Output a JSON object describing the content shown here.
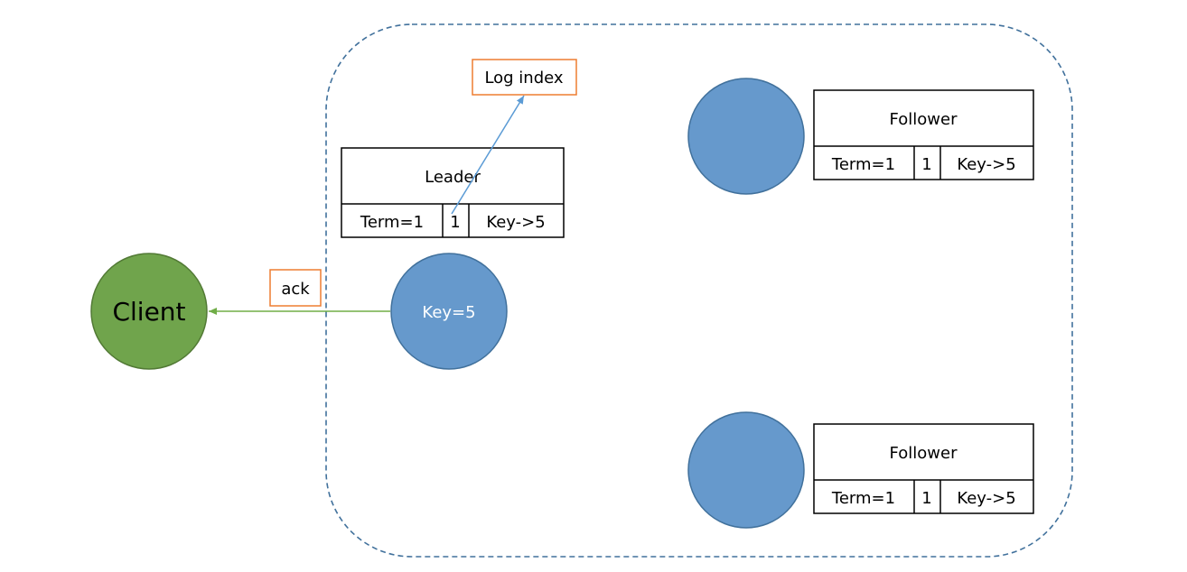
{
  "client": {
    "label": "Client"
  },
  "ack_label": "ack",
  "log_index_label": "Log index",
  "leader": {
    "node_label": "Key=5",
    "title": "Leader",
    "log_entry": {
      "term": "Term=1",
      "index": "1",
      "command": "Key->5"
    }
  },
  "followers": [
    {
      "title": "Follower",
      "log_entry": {
        "term": "Term=1",
        "index": "1",
        "command": "Key->5"
      }
    },
    {
      "title": "Follower",
      "log_entry": {
        "term": "Term=1",
        "index": "1",
        "command": "Key->5"
      }
    }
  ],
  "colors": {
    "client_fill": "#70a44c",
    "client_stroke": "#527a35",
    "node_fill": "#6699cc",
    "node_stroke": "#41719c",
    "cluster_border": "#41719c",
    "ack_arrow": "#70ad47",
    "log_index_arrow": "#5b9bd5",
    "label_box_border": "#ed7d31"
  }
}
